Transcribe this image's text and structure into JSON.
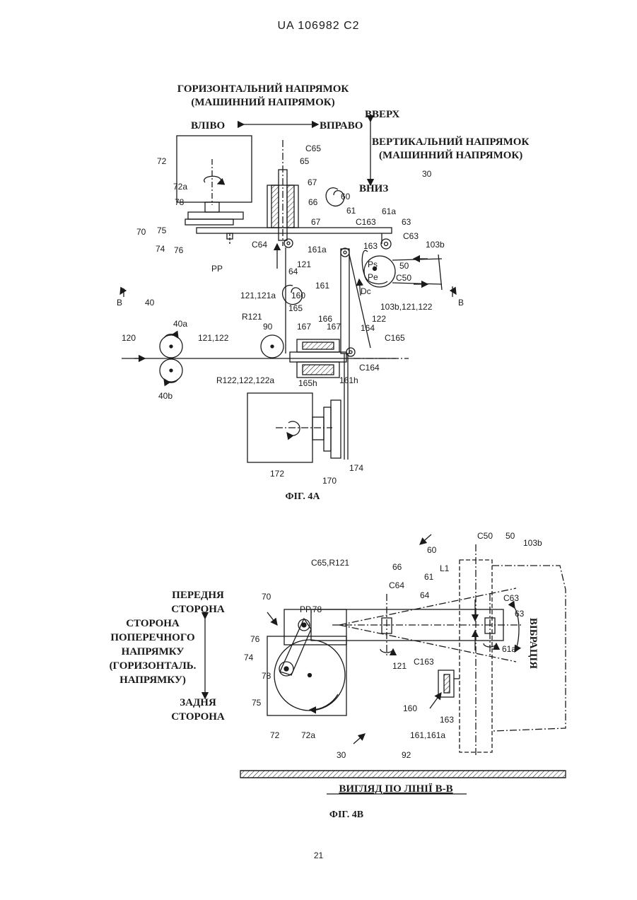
{
  "header": "UA   106982   C2",
  "page_number": "21",
  "fig4a": {
    "caption": "ФІГ. 4А",
    "horiz_dir_1": "ГОРИЗОНТАЛЬНИЙ НАПРЯМОК",
    "horiz_dir_2": "(МАШИННИЙ НАПРЯМОК)",
    "left": "ВЛІВО",
    "right": "ВПРАВО",
    "up": "ВВЕРХ",
    "down": "ВНИЗ",
    "vert_dir_1": "ВЕРТИКАЛЬНИЙ НАПРЯМОК",
    "vert_dir_2": "(МАШИННИЙ НАПРЯМОК)",
    "labels": {
      "l72": "72",
      "l72a": "72a",
      "l78": "78",
      "l70": "70",
      "l75": "75",
      "l74": "74",
      "l76": "76",
      "lPP": "PP",
      "lC65": "C65",
      "l65": "65",
      "l67a": "67",
      "l66": "66",
      "l67b": "67",
      "l60": "60",
      "l61": "61",
      "l61a": "61a",
      "lC163": "C163",
      "l63": "63",
      "lC63": "C63",
      "l30": "30",
      "l103b": "103b",
      "lC64": "C64",
      "l121": "121",
      "l161a": "161a",
      "l163": "163",
      "lPs": "Ps",
      "lPe": "Pe",
      "l50": "50",
      "lC50": "C50",
      "l64": "64",
      "lDc": "Dc",
      "lB1": "B",
      "lB2": "B",
      "l40": "40",
      "l121_121a": "121,121a",
      "l160": "160",
      "l161": "161",
      "l103b_121_122": "103b,121,122",
      "lR121": "R121",
      "l165": "165",
      "l122": "122",
      "l40a": "40a",
      "l166": "166",
      "l167a": "167",
      "l167b": "167",
      "l164": "164",
      "lC165": "C165",
      "l120": "120",
      "l121_122": "121,122",
      "l90": "90",
      "lC164": "C164",
      "lR122": "R122,122,122a",
      "l165h": "165h",
      "l161h": "161h",
      "l40b": "40b",
      "l172": "172",
      "l174": "174",
      "l170": "170"
    }
  },
  "fig4b": {
    "caption": "ФІГ. 4В",
    "front_1": "ПЕРЕДНЯ",
    "front_2": "СТОРОНА",
    "cross_1": "СТОРОНА",
    "cross_2": "ПОПЕРЕЧНОГО",
    "cross_3": "НАПРЯМКУ",
    "cross_4": "(ГОРИЗОНТАЛЬ.",
    "cross_5": "НАПРЯМКУ)",
    "rear_1": "ЗАДНЯ",
    "rear_2": "СТОРОНА",
    "vibration": "ВІБРАЦІЯ",
    "view": "ВИГЛЯД ПО ЛІНІЇ В-В",
    "labels": {
      "lC50": "C50",
      "l50": "50",
      "l103b": "103b",
      "l60": "60",
      "lC65R121": "C65,R121",
      "l66": "66",
      "l61": "61",
      "lL1": "L1",
      "lC64": "C64",
      "l64": "64",
      "lC63": "C63",
      "l63": "63",
      "l70": "70",
      "lPP78": "PP,78",
      "l61a": "61a",
      "l76": "76",
      "l74": "74",
      "l121": "121",
      "lC163": "C163",
      "l78": "78",
      "l75": "75",
      "l160": "160",
      "l163": "163",
      "l161": "161,161a",
      "l72": "72",
      "l72a": "72a",
      "l30": "30",
      "l92": "92"
    }
  }
}
